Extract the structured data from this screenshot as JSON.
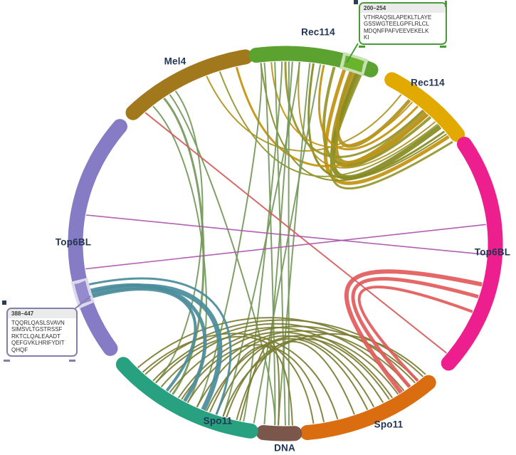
{
  "figure": {
    "background": "#ffffff",
    "label_color": "#223654"
  },
  "chart_data": {
    "type": "chord",
    "title": "",
    "segments": [
      {
        "id": "mel4",
        "label": "Mel4",
        "color": "#a1781c",
        "start": 136.5,
        "end": 101
      },
      {
        "id": "rec114_n",
        "label": "Rec114",
        "color": "#5ba230",
        "start": 98,
        "end": 66,
        "highlight": {
          "start": 74.5,
          "end": 67.5,
          "fill": "#69b42c",
          "border": "#c8e0b4",
          "range": "200–254"
        }
      },
      {
        "id": "rec114_c",
        "label": "Rec114",
        "color": "#e2a900",
        "start": 59.5,
        "end": 35
      },
      {
        "id": "top6bl_r",
        "label": "Top6BL",
        "color": "#ed1e8d",
        "start": 31.5,
        "end": -39
      },
      {
        "id": "spo11_r",
        "label": "Spo11",
        "color": "#d96d10",
        "start": -47,
        "end": -84
      },
      {
        "id": "dna",
        "label": "DNA",
        "color": "#7a574a",
        "start": -87.5,
        "end": -96
      },
      {
        "id": "spo11_l",
        "label": "Spo11",
        "color": "#27a180",
        "start": -99.5,
        "end": -140.5
      },
      {
        "id": "top6bl_l",
        "label": "Top6BL",
        "color": "#867cc6",
        "start": 142,
        "end": 213.5,
        "highlight": {
          "start": 191,
          "end": 199,
          "fill": "#948bce",
          "border": "#dcd9ee",
          "range": "388–447"
        }
      }
    ],
    "links": [
      {
        "s": 70,
        "t": 46,
        "w": 10,
        "c": "#b0921e",
        "k": 0.38
      },
      {
        "s": 69,
        "t": 40,
        "w": 7,
        "c": "#878a20",
        "k": 0.3
      },
      {
        "s": 71,
        "t": 52,
        "w": 5,
        "c": "#b0921e",
        "k": 0.5
      },
      {
        "s": 73,
        "t": 36,
        "w": 5,
        "c": "#c2920e",
        "k": 0.27
      },
      {
        "s": 76,
        "t": 44,
        "w": 4,
        "c": "#95952a",
        "k": 0.38
      },
      {
        "s": 79,
        "t": 49,
        "w": 3,
        "c": "#c2920e",
        "k": 0.48
      },
      {
        "s": 82,
        "t": 38,
        "w": 3,
        "c": "#878a20",
        "k": 0.3
      },
      {
        "s": 86,
        "t": 42,
        "w": 2,
        "c": "#b0921e",
        "k": 0.36
      },
      {
        "s": 90,
        "t": 47,
        "w": 3,
        "c": "#95952a",
        "k": 0.42
      },
      {
        "s": 94,
        "t": 51,
        "w": 2,
        "c": "#c2920e",
        "k": 0.48
      },
      {
        "s": 97,
        "t": 37,
        "w": 2,
        "c": "#878a20",
        "k": 0.28
      },
      {
        "s": 104,
        "t": 45,
        "w": 3,
        "c": "#c2920e",
        "k": 0.36
      },
      {
        "s": 109,
        "t": 41,
        "w": 2,
        "c": "#95952a",
        "k": 0.3
      },
      {
        "s": 113,
        "t": 55,
        "w": 2,
        "c": "#b0921e",
        "k": 0.45
      },
      {
        "s": 68,
        "t": 34,
        "w": 3,
        "c": "#95952a",
        "k": 0.24
      },
      {
        "s": 96,
        "t": -93,
        "w": 2,
        "c": "#74995b",
        "k": 0.85
      },
      {
        "s": 93,
        "t": -90,
        "w": 2,
        "c": "#74995b",
        "k": 0.85
      },
      {
        "s": 91,
        "t": -102,
        "w": 2,
        "c": "#74995b",
        "k": 0.8
      },
      {
        "s": 88,
        "t": -96,
        "w": 2,
        "c": "#74995b",
        "k": 0.85
      },
      {
        "s": 86,
        "t": -108,
        "w": 2,
        "c": "#74995b",
        "k": 0.75
      },
      {
        "s": 83,
        "t": -92,
        "w": 2,
        "c": "#74995b",
        "k": 0.85
      },
      {
        "s": 80,
        "t": -99,
        "w": 2,
        "c": "#74995b",
        "k": 0.82
      },
      {
        "s": 97,
        "t": -116,
        "w": 2,
        "c": "#74995b",
        "k": 0.72
      },
      {
        "s": 89,
        "t": -89,
        "w": 2,
        "c": "#74995b",
        "k": 0.88
      },
      {
        "s": 127,
        "t": -124,
        "w": 3,
        "c": "#74995b",
        "k": 0.6
      },
      {
        "s": 123,
        "t": -130,
        "w": 2,
        "c": "#74995b",
        "k": 0.6
      },
      {
        "s": 131,
        "t": -119,
        "w": 2,
        "c": "#74995b",
        "k": 0.62
      },
      {
        "s": 125,
        "t": -93,
        "w": 2,
        "c": "#74995b",
        "k": 0.7
      },
      {
        "s": -137,
        "t": -50,
        "w": 2,
        "c": "#7b7d32",
        "k": 0.42
      },
      {
        "s": -134,
        "t": -47,
        "w": 2,
        "c": "#7b7d32",
        "k": 0.44
      },
      {
        "s": -131,
        "t": -54,
        "w": 2,
        "c": "#7b7d32",
        "k": 0.42
      },
      {
        "s": -128,
        "t": -58,
        "w": 2,
        "c": "#7b7d32",
        "k": 0.42
      },
      {
        "s": -125,
        "t": -49,
        "w": 2,
        "c": "#7b7d32",
        "k": 0.44
      },
      {
        "s": -122,
        "t": -61,
        "w": 2,
        "c": "#7b7d32",
        "k": 0.42
      },
      {
        "s": -119,
        "t": -52,
        "w": 2,
        "c": "#7b7d32",
        "k": 0.44
      },
      {
        "s": -116,
        "t": -64,
        "w": 2,
        "c": "#7b7d32",
        "k": 0.42
      },
      {
        "s": -113,
        "t": -56,
        "w": 2,
        "c": "#7b7d32",
        "k": 0.44
      },
      {
        "s": -110,
        "t": -66,
        "w": 2,
        "c": "#7b7d32",
        "k": 0.42
      },
      {
        "s": -107,
        "t": -59,
        "w": 2,
        "c": "#7b7d32",
        "k": 0.44
      },
      {
        "s": -104,
        "t": -70,
        "w": 2,
        "c": "#7b7d32",
        "k": 0.42
      },
      {
        "s": -135,
        "t": -75,
        "w": 2,
        "c": "#7b7d32",
        "k": 0.48
      },
      {
        "s": -121,
        "t": -79,
        "w": 2,
        "c": "#7b7d32",
        "k": 0.48
      },
      {
        "s": -112,
        "t": -88,
        "w": 2,
        "c": "#7b7d32",
        "k": 0.45
      },
      {
        "s": -103,
        "t": -92,
        "w": 2,
        "c": "#7b7d32",
        "k": 0.4
      },
      {
        "s": -108,
        "t": -46,
        "w": 2,
        "c": "#7b7d32",
        "k": 0.48
      },
      {
        "s": -130,
        "t": -82,
        "w": 2,
        "c": "#7b7d32",
        "k": 0.46
      },
      {
        "s": 196,
        "t": -114,
        "w": 7,
        "c": "#4a8c9b",
        "k": 0.45
      },
      {
        "s": 195,
        "t": -120,
        "w": 5,
        "c": "#4a8c9b",
        "k": 0.5
      },
      {
        "s": 197,
        "t": -126,
        "w": 4,
        "c": "#4a8c9b",
        "k": 0.5
      },
      {
        "s": 193,
        "t": -110,
        "w": 3,
        "c": "#4a8c9b",
        "k": 0.4
      },
      {
        "s": -13,
        "t": -55,
        "w": 6,
        "c": "#e25b5b",
        "k": 0.22
      },
      {
        "s": -17,
        "t": -52,
        "w": 5,
        "c": "#e25b5b",
        "k": 0.26
      },
      {
        "s": -22,
        "t": -49,
        "w": 4,
        "c": "#e25b5b",
        "k": 0.3
      },
      {
        "s": 134,
        "t": -37,
        "w": 2,
        "c": "#d45c5c",
        "k": 0.97
      },
      {
        "s": 171,
        "t": -3.5,
        "w": 1.6,
        "c": "#aa54aa",
        "k": 0.97
      },
      {
        "s": 188,
        "t": 6,
        "w": 1.6,
        "c": "#aa54aa",
        "k": 0.97
      }
    ]
  },
  "tooltips": [
    {
      "range": "200–254",
      "accent": "#4a9a3a",
      "sequence_lines": [
        "VTHRAQSILAPEKLTLAYE",
        "GSSWGTEELGPFLRLCL",
        "MDQNFPAFVEEVEKELK",
        "KI"
      ]
    },
    {
      "range": "388–447",
      "accent": "#8280ab",
      "sequence_lines": [
        "TQQRLQASLSVAVN",
        "SIMSVLTGSTRSSF",
        "RKTCLQALEAADT",
        "QEFGVKLHRIFYDIT",
        "QHQF"
      ]
    }
  ]
}
